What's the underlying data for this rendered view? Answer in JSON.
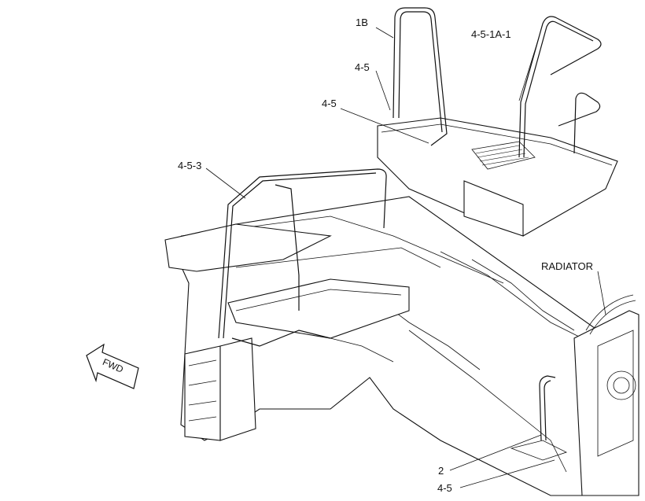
{
  "callouts": {
    "c_1b": "1B",
    "c_4_5_1a_1": "4-5-1A-1",
    "c_4_5_a": "4-5",
    "c_4_5_b": "4-5",
    "c_4_5_3": "4-5-3",
    "c_radiator": "RADIATOR",
    "c_2": "2",
    "c_4_5_c": "4-5"
  },
  "direction_arrow": {
    "label": "FWD"
  }
}
